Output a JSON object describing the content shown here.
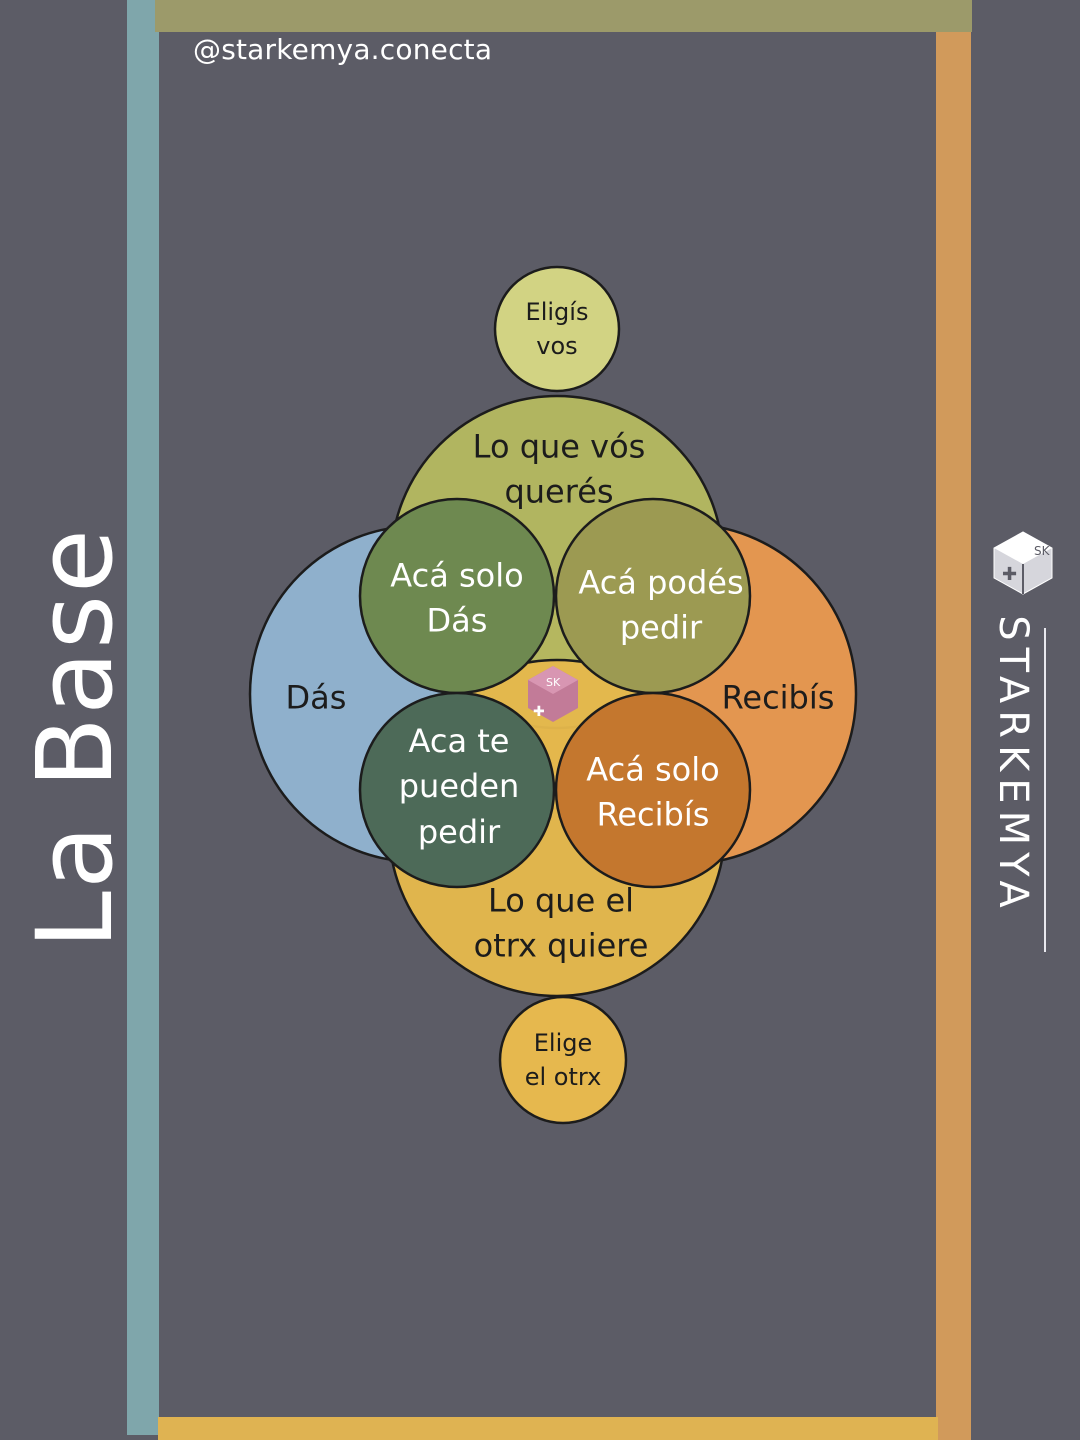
{
  "handle": "@starkemya.conecta",
  "title": "La Base",
  "brand": "STARKEMYA",
  "logo_text": "SK",
  "colors": {
    "background": "#5c5c66",
    "left_bar": "#7fa6ab",
    "top_bar": "#9c9a6a",
    "right_bar": "#d19a5b",
    "bottom_bar": "#dfb352",
    "das": "#8fb0cc",
    "recibis": "#e39650",
    "vos": "#b4b860",
    "otrx": "#e4b84c"
  },
  "diagram": {
    "top_small": "Eligís\nvos",
    "top": "Lo que vós\nquerés",
    "left": "Dás",
    "right": "Recibís",
    "bottom": "Lo que el\notrx quiere",
    "bottom_small": "Elige\nel otrx",
    "overlap_top_left": "Acá solo\nDás",
    "overlap_top_right": "Acá podés\npedir",
    "overlap_bottom_left": "Aca te\npueden\npedir",
    "overlap_bottom_right": "Acá solo\nRecibís"
  }
}
